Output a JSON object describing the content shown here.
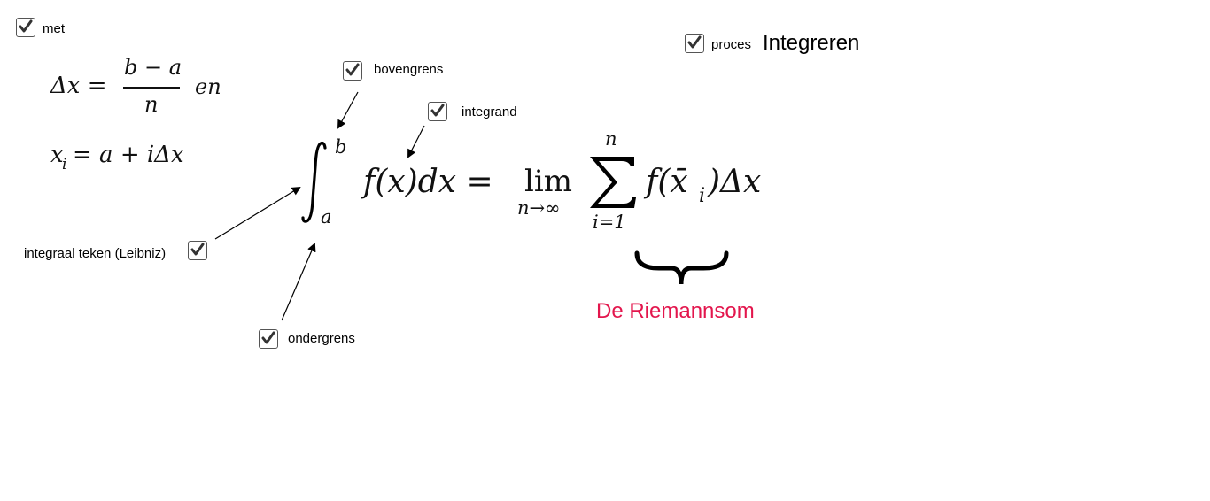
{
  "title": "Integreren",
  "checkboxes": {
    "met": {
      "label": "met",
      "checked": true
    },
    "proces": {
      "label": "proces",
      "checked": true
    },
    "bovengrens": {
      "label": "bovengrens",
      "checked": true
    },
    "integrand": {
      "label": "integrand",
      "checked": true
    },
    "integraal_teken": {
      "label": "integraal teken (Leibniz)",
      "checked": true
    },
    "ondergrens": {
      "label": "ondergrens",
      "checked": true
    }
  },
  "formulas": {
    "delta_lhs": "Δx =",
    "delta_num": "b − a",
    "delta_den": "n",
    "delta_en": "en",
    "xi_base": "x",
    "xi_sub": "i",
    "xi_rhs": "= a + iΔx",
    "int_upper": "b",
    "int_lower": "a",
    "integrand": "f(x)dx =",
    "lim": "lim",
    "lim_sub": "n→∞",
    "sum_upper": "n",
    "sum_lower": "i=1",
    "summand": "f(x̄",
    "summand_sub": "i",
    "summand_tail": ")Δx"
  },
  "riemann_label": "De Riemannsom",
  "colors": {
    "riemann": "#e3164d",
    "check": "#333333",
    "checkbox_border": "#555555"
  }
}
